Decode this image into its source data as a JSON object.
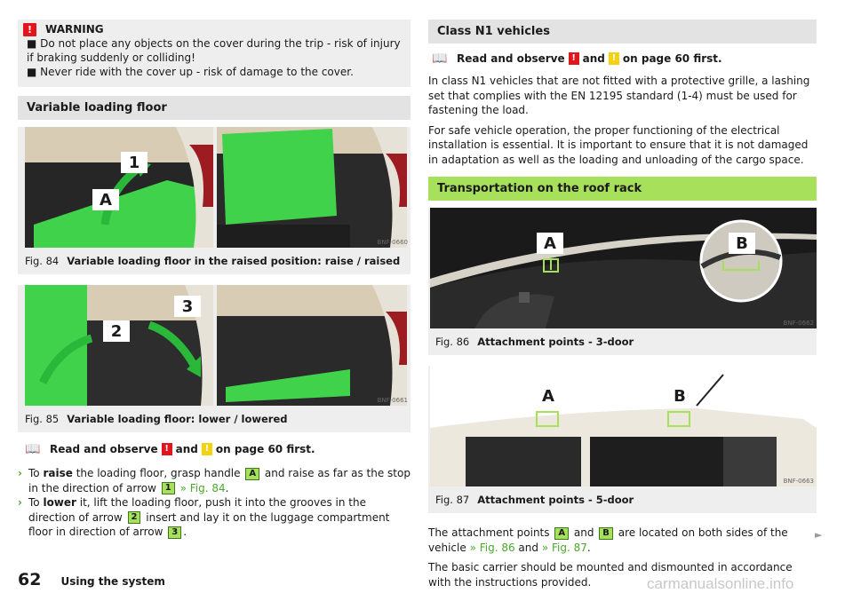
{
  "warning": {
    "label": "WARNING",
    "icon": "!",
    "items": [
      "■ Do not place any objects on the cover during the trip - risk of injury if braking suddenly or colliding!",
      "■ Never ride with the cover up - risk of damage to the cover."
    ]
  },
  "variable_floor": {
    "heading": "Variable loading floor",
    "fig84": {
      "number": "Fig. 84",
      "caption": "Variable loading floor in the raised position: raise / raised",
      "code": "BNF-0660",
      "labels": [
        "1",
        "A"
      ]
    },
    "fig85": {
      "number": "Fig. 85",
      "caption": "Variable loading floor: lower / lowered",
      "code": "BNF-0661",
      "labels": [
        "3",
        "2"
      ]
    },
    "read_observe": {
      "pre": "Read and observe",
      "mid": "and",
      "post": "on page 60 first."
    },
    "steps": [
      {
        "arrow": "›",
        "t1": "To ",
        "bold": "raise",
        "t2": " the loading floor, grasp handle ",
        "tag1": "A",
        "t3": " and raise as far as the stop in the direction of arrow ",
        "tag2": "1",
        "link": "» Fig. 84",
        "t4": "."
      },
      {
        "arrow": "›",
        "t1": "To ",
        "bold": "lower",
        "t2": " it, lift the loading floor, push it into the grooves in the direction of arrow ",
        "tag1": "2",
        "t3": " insert and lay it on the luggage compartment floor in direction of arrow ",
        "tag2": "3",
        "link": "",
        "t4": "."
      }
    ]
  },
  "class_n1": {
    "heading": "Class N1 vehicles",
    "read_observe": {
      "pre": "Read and observe",
      "mid": "and",
      "post": "on page 60 first."
    },
    "para1": "In class N1 vehicles that are not fitted with a protective grille, a lashing set that complies with the EN 12195 standard (1-4) must be used for fastening the load.",
    "para2": "For safe vehicle operation, the proper functioning of the electrical installation is essential. It is important to ensure that it is not damaged in adaptation as well as the loading and unloading of the cargo space."
  },
  "roof_rack": {
    "heading": "Transportation on the roof rack",
    "fig86": {
      "number": "Fig. 86",
      "caption": "Attachment points - 3-door",
      "code": "BNF-0662",
      "labels": [
        "A",
        "B"
      ]
    },
    "fig87": {
      "number": "Fig. 87",
      "caption": "Attachment points - 5-door",
      "code": "BNF-0663",
      "labels": [
        "A",
        "B"
      ]
    },
    "para1": {
      "t1": "The attachment points ",
      "tag1": "A",
      "t2": " and ",
      "tag2": "B",
      "t3": " are located on both sides of the vehicle ",
      "link1": "» Fig. 86",
      "t4": " and ",
      "link2": "» Fig. 87",
      "t5": "."
    },
    "para2": "The basic carrier should be mounted and dismounted in accordance with the instructions provided."
  },
  "footer": {
    "page": "62",
    "title": "Using the system",
    "continue": "►"
  },
  "watermark": "carmanualsonline.info",
  "icons": {
    "warning": "warning-icon",
    "read": "book-icon",
    "continue": "triangle-right-icon"
  },
  "colors": {
    "warning_red": "#e1151b",
    "caution_yellow": "#f5d211",
    "highlight_green": "#a7e05a",
    "link_green": "#4ba82e"
  }
}
